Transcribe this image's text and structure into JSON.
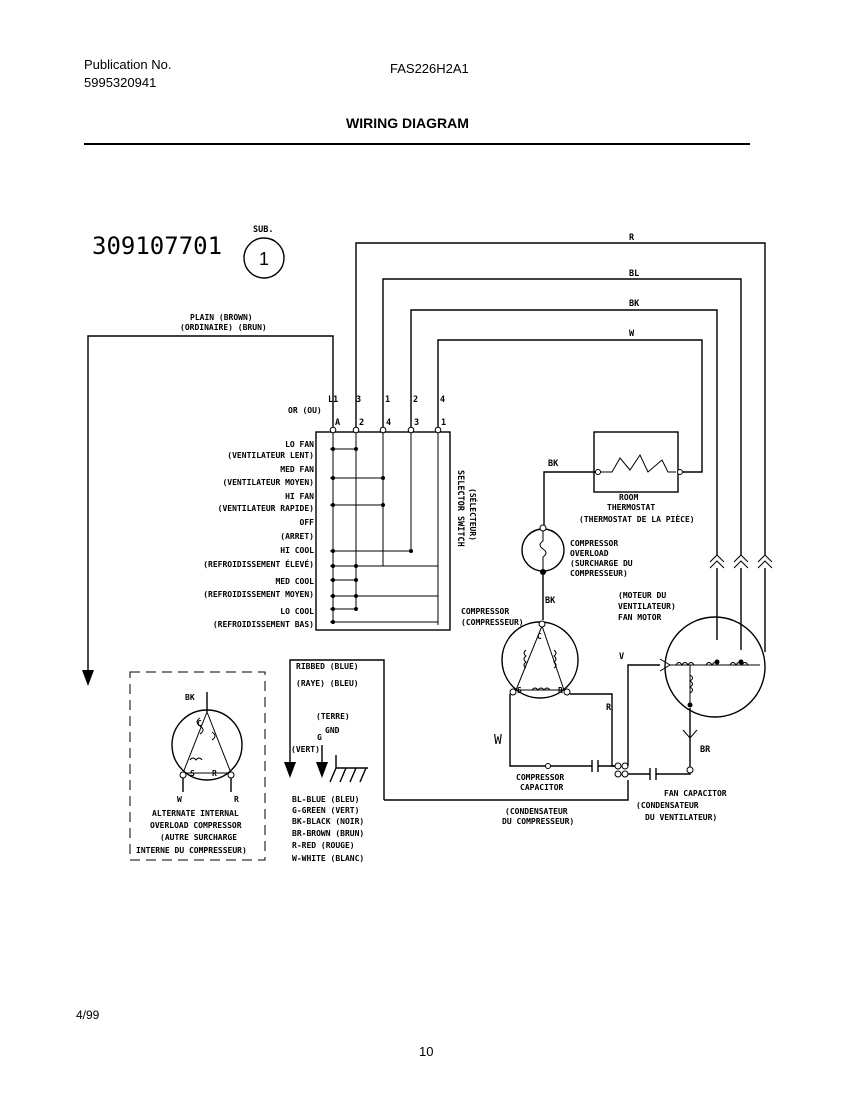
{
  "header": {
    "publication_label": "Publication No.",
    "publication_number": "5995320941",
    "model": "FAS226H2A1",
    "title": "WIRING DIAGRAM"
  },
  "diagram": {
    "part_number": "309107701",
    "sub_label": "SUB.",
    "sub_number": "1",
    "plain_label": "PLAIN   (BROWN)",
    "plain_label_fr": "(ORDINAIRE)   (BRUN)",
    "wire_r": "R",
    "wire_bl": "BL",
    "wire_bk": "BK",
    "wire_w": "W",
    "terminals_top": [
      "L1",
      "3",
      "1",
      "2",
      "4"
    ],
    "terminals_bottom": [
      "A",
      "2",
      "4",
      "3",
      "1"
    ],
    "or_label": "OR (OU)",
    "switch_positions": [
      "LO FAN",
      "(VENTILATEUR LENT)",
      "MED FAN",
      "(VENTILATEUR MOYEN)",
      "HI FAN",
      "(VENTILATEUR RAPIDE)",
      "OFF",
      "(ARRET)",
      "HI COOL",
      "(REFROIDISSEMENT ÉLEVÉ)",
      "MED COOL",
      "(REFROIDISSEMENT MOYEN)",
      "LO COOL",
      "(REFROIDISSEMENT BAS)"
    ],
    "selector_switch": "SELECTOR SWITCH",
    "selector_switch_fr": "(SÉLECTEUR)",
    "bk_label": "BK",
    "room_thermostat": [
      "ROOM",
      "THERMOSTAT",
      "(THERMOSTAT DE LA PIÈCE)"
    ],
    "compressor_overload": [
      "COMPRESSOR",
      "OVERLOAD",
      "(SURCHARGE DU",
      "COMPRESSEUR)"
    ],
    "compressor": [
      "COMPRESSOR",
      "(COMPRESSEUR)"
    ],
    "fan_motor": [
      "(MOTEUR DU",
      "VENTILATEUR)",
      "FAN MOTOR"
    ],
    "compressor_terminals": [
      "C",
      "S",
      "R"
    ],
    "ribbed": [
      "RIBBED  (BLUE)",
      "(RAYE)   (BLEU)"
    ],
    "ground": [
      "(TERRE)",
      "GND",
      "G",
      "(VERT)"
    ],
    "v_label": "V",
    "r_label": "R",
    "w_label": "W",
    "br_label": "BR",
    "compressor_capacitor": [
      "COMPRESSOR",
      "CAPACITOR"
    ],
    "compressor_capacitor_fr": [
      "(CONDENSATEUR",
      "DU COMPRESSEUR)"
    ],
    "fan_capacitor": [
      "FAN CAPACITOR",
      "(CONDENSATEUR",
      "DU VENTILATEUR)"
    ],
    "alt_overload": [
      "ALTERNATE INTERNAL",
      "OVERLOAD COMPRESSOR",
      "(AUTRE SURCHARGE",
      "INTERNE DU COMPRESSEUR)"
    ],
    "alt_bk": "BK",
    "alt_terminals": [
      "C",
      "S",
      "R"
    ],
    "alt_bottom": [
      "W",
      "R"
    ],
    "color_legend": [
      "BL-BLUE (BLEU)",
      "G-GREEN (VERT)",
      "BK-BLACK (NOIR)",
      "BR-BROWN (BRUN)",
      "R-RED (ROUGE)",
      "W-WHITE (BLANC)"
    ]
  },
  "footer": {
    "date": "4/99",
    "page": "10"
  }
}
